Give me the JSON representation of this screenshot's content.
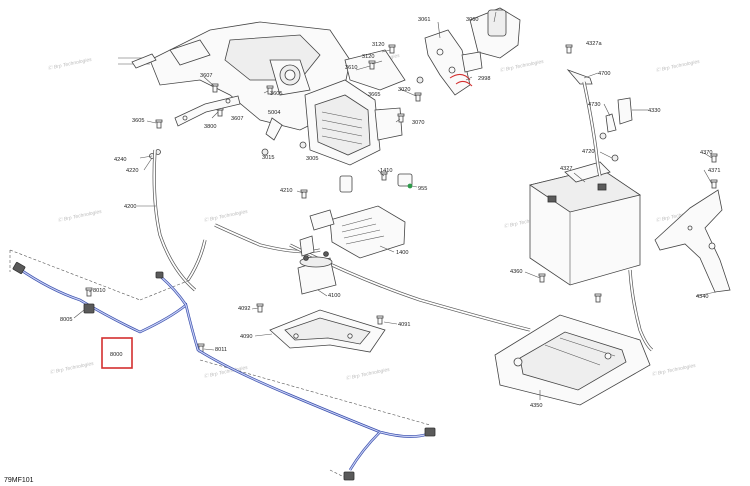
{
  "diagram": {
    "figure_code": "79MF101",
    "highlight_color": "#d32f2f",
    "harness_color": "#3a4fae",
    "watermark_text": "Ⓒ Brp Technologies",
    "labels": {
      "l3061": "3061",
      "l3060": "3060",
      "l4327a": "4327a",
      "l3120a": "3120",
      "l3120b": "3120",
      "l3610": "3610",
      "l3607": "3607",
      "l2998": "2998",
      "l4700": "4700",
      "l3605": "3605",
      "l3020": "3020",
      "l3665": "3665",
      "l4730": "4730",
      "l4330": "4330",
      "l3800": "3800",
      "l3607b": "3607",
      "l5004": "5004",
      "l3070": "3070",
      "l4240": "4240",
      "l3015": "3015",
      "l3005": "3005",
      "l4720": "4720",
      "l4370": "4370",
      "l4220": "4220",
      "l1410": "1410",
      "l4327": "4327",
      "l4371": "4371",
      "l955": "955",
      "l4210": "4210",
      "l4200": "4200",
      "l1400": "1400",
      "l4360": "4360",
      "l8010": "8010",
      "l4100": "4100",
      "l4340": "4340",
      "l8005": "8005",
      "l4092": "4092",
      "l4091": "4091",
      "l4090": "4090",
      "l8000": "8000",
      "l8011": "8011",
      "l4350": "4350"
    }
  }
}
